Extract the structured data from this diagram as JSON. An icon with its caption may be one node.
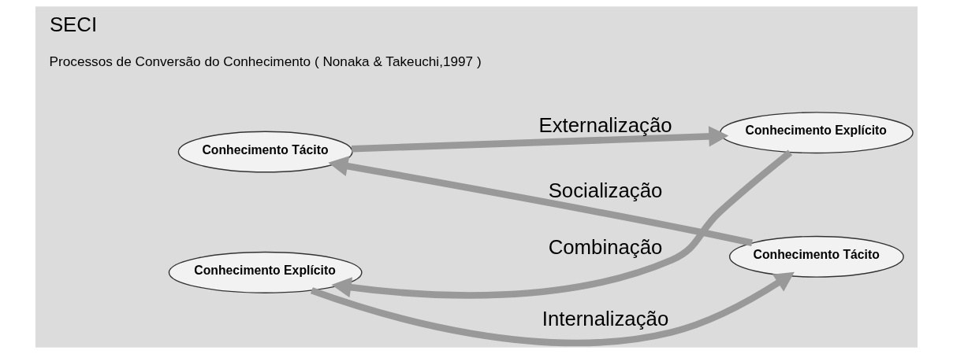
{
  "diagram": {
    "title": "SECI",
    "caption": "Processos de Conversão do Conhecimento ( Nonaka & Takeuchi,1997 )",
    "nodes": [
      {
        "text": [
          "Conhecimento Tácito"
        ]
      },
      {
        "text": [
          "Conhecimento Explícito"
        ]
      },
      {
        "text": [
          "Conhecimento Explícito"
        ]
      },
      {
        "text": [
          "Conhecimento Tácito"
        ]
      }
    ],
    "edges": [
      {
        "from": 3,
        "to": 0,
        "arrow": "to",
        "label": "Socialização"
      },
      {
        "from": 0,
        "to": 1,
        "arrow": "to",
        "label": "Externalização"
      },
      {
        "from": 1,
        "to": 2,
        "arrow": "to",
        "label": "Combinação"
      },
      {
        "from": 2,
        "to": 3,
        "arrow": "to",
        "label": "Internalização"
      }
    ]
  }
}
